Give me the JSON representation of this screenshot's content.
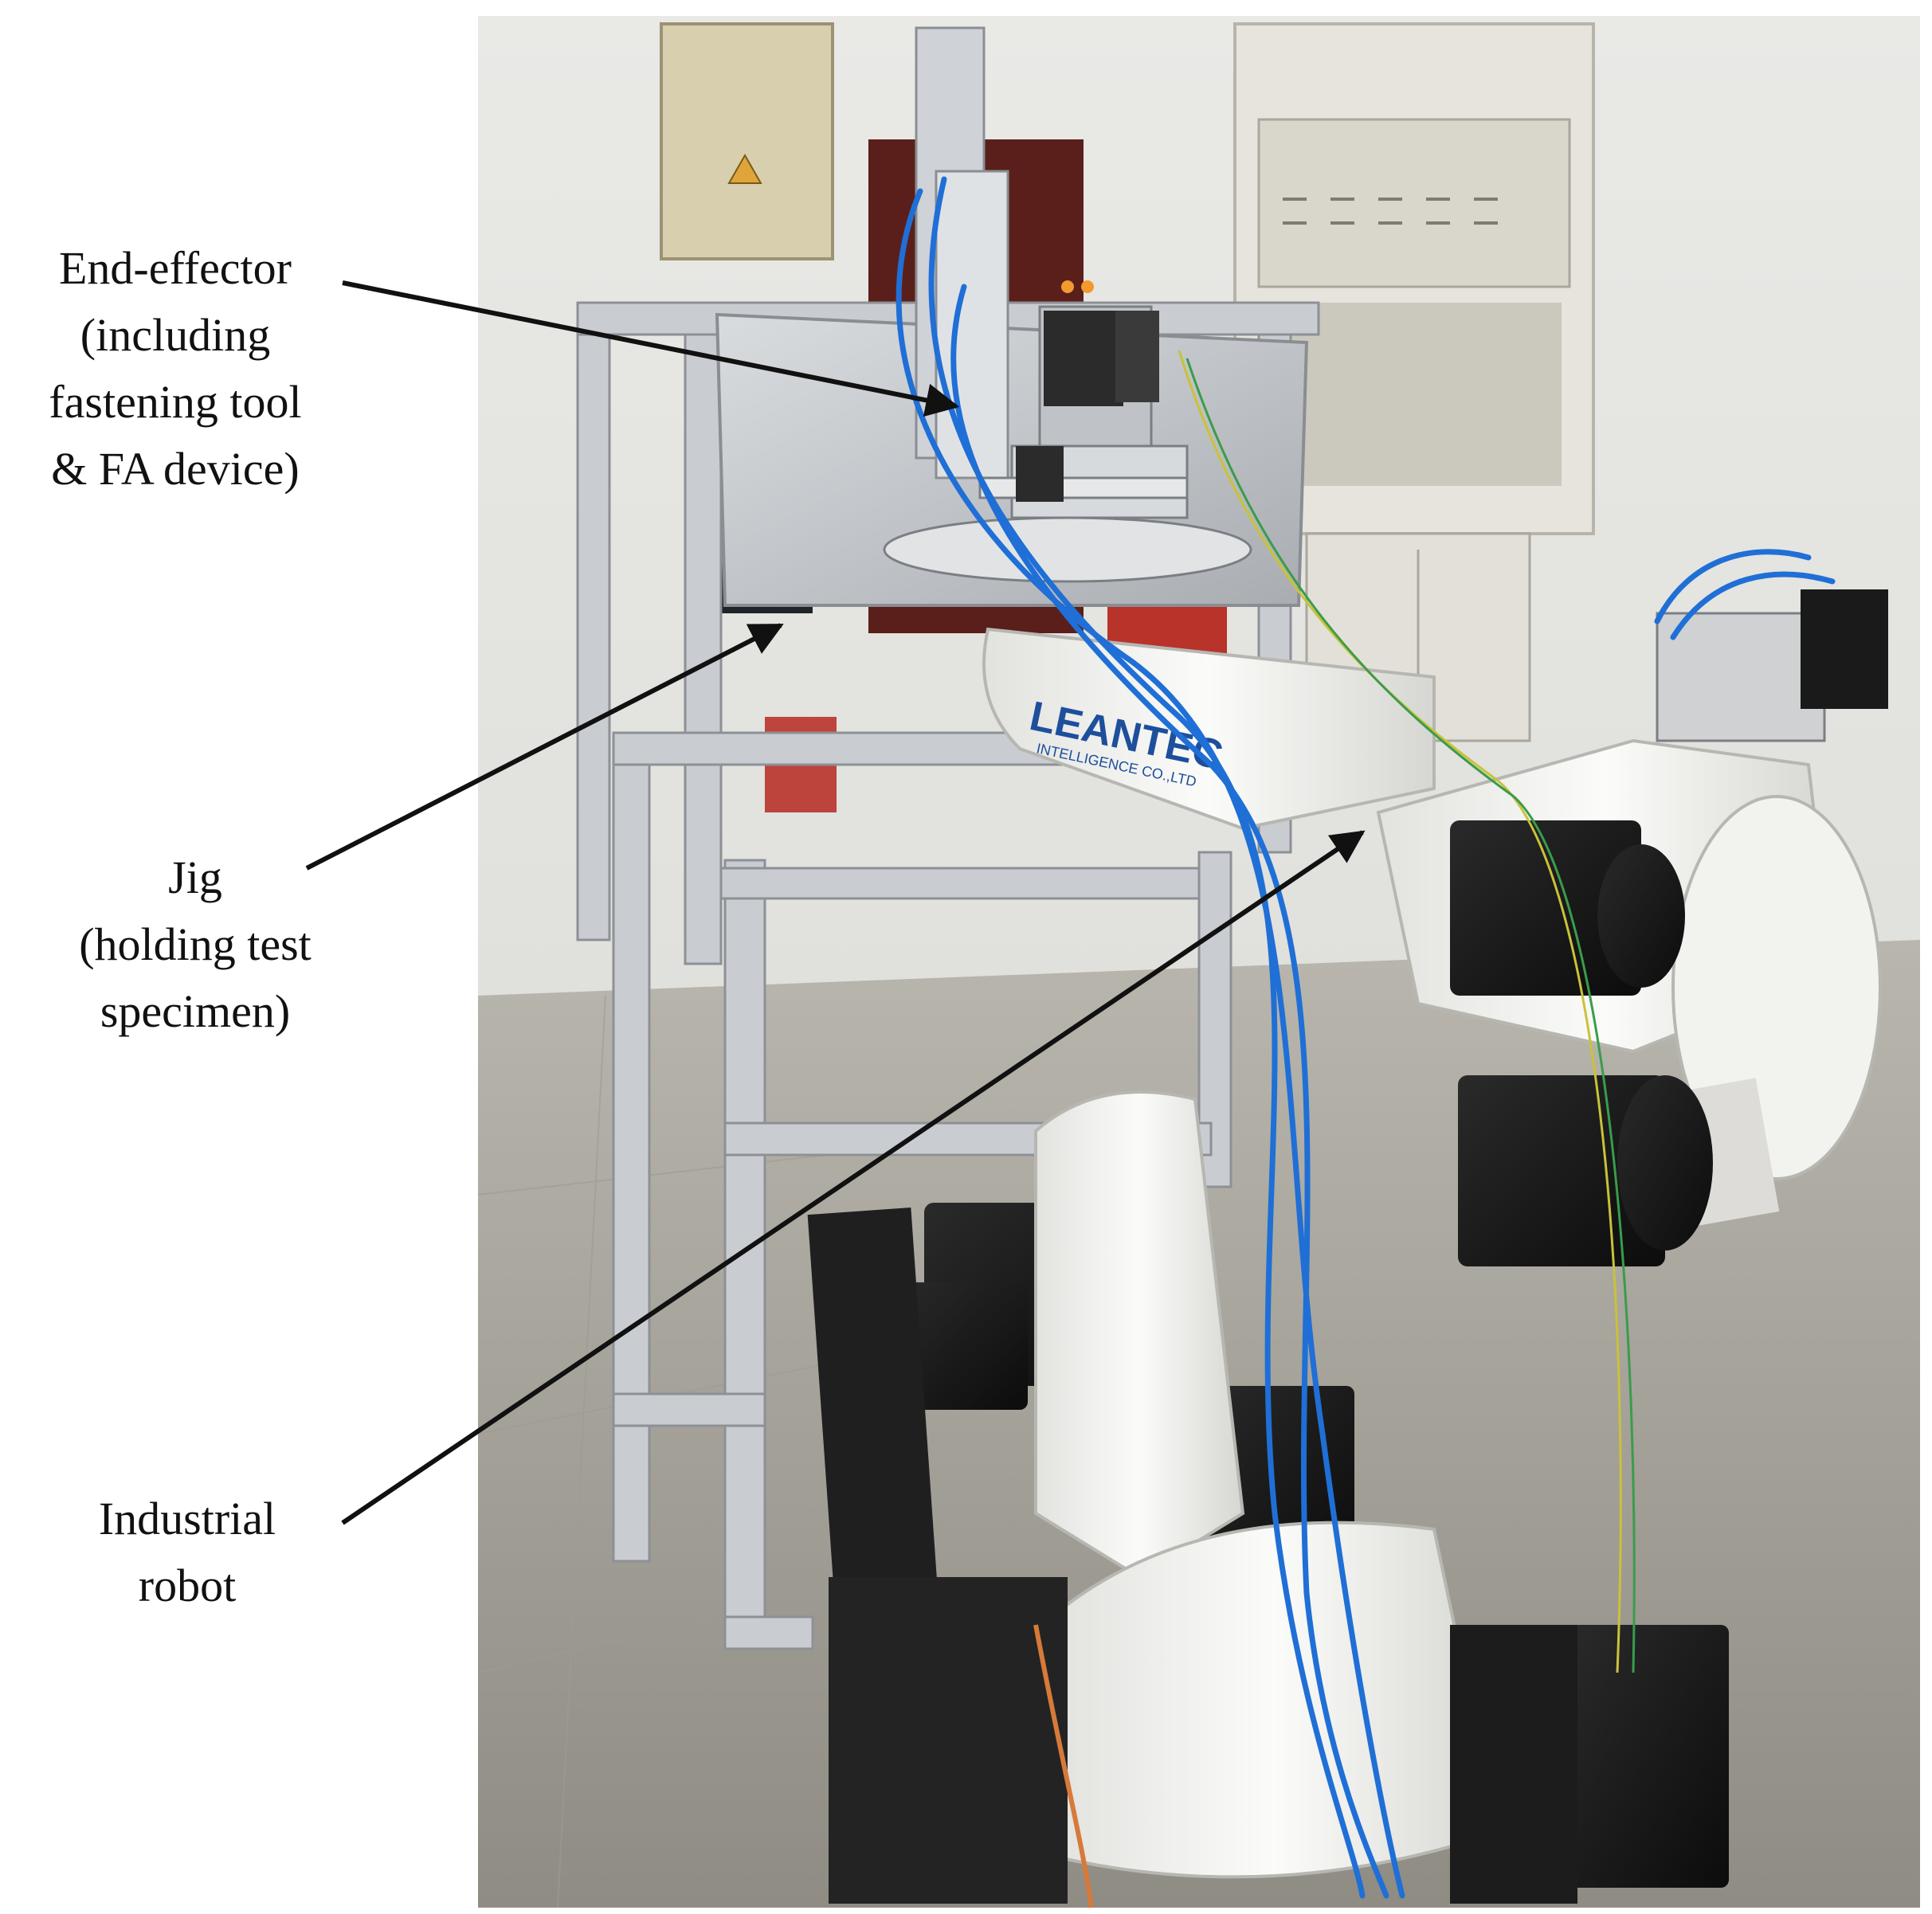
{
  "labels": {
    "end_effector": "End-effector\n(including\nfastening tool\n& FA device)",
    "jig": "Jig\n(holding test\nspecimen)",
    "industrial_robot": "Industrial\nrobot"
  },
  "robot_branding": {
    "primary": "LEANTEC",
    "secondary": "INTELLIGENCE CO.,LTD"
  },
  "colors": {
    "annotation": "#111111",
    "cable_blue": "#1f6fd6",
    "robot_white": "#f4f4f2"
  }
}
